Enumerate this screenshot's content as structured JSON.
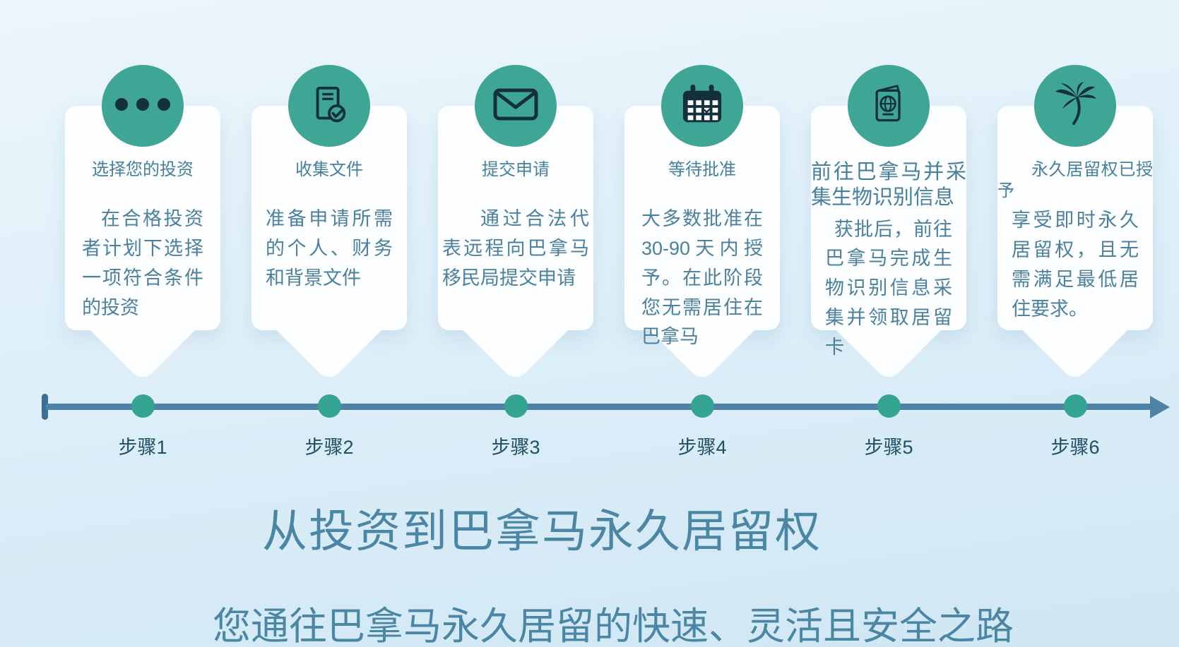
{
  "page": {
    "title": "从投资到巴拿马永久居留权",
    "subtitle": "您通往巴拿马永久居留的快速、灵活且安全之路"
  },
  "cards": [
    {
      "icon": "ellipsis-icon",
      "title": "选择您的投资",
      "description": "在合格投资者计划下选择一项符合条件的投资",
      "step_label": "步骤1"
    },
    {
      "icon": "document-check-icon",
      "title": "收集文件",
      "description": "准备申请所需的个人、财务和背景文件",
      "step_label": "步骤2"
    },
    {
      "icon": "envelope-icon",
      "title": "提交申请",
      "description": "通过合法代表远程向巴拿马移民局提交申请",
      "step_label": "步骤3"
    },
    {
      "icon": "calendar-icon",
      "title": "等待批准",
      "description": "大多数批准在30-90天内授予。在此阶段您无需居住在巴拿马",
      "step_label": "步骤4"
    },
    {
      "icon": "passport-icon",
      "title": "前往巴拿马并采集生物识别信息",
      "description": "获批后，前往巴拿马完成生物识别信息采集并领取居留卡",
      "step_label": "步骤5"
    },
    {
      "icon": "palm-tree-icon",
      "title": "永久居留权已授予",
      "description": "享受即时永久居留权，且无需满足最低居住要求。",
      "step_label": "步骤6"
    }
  ],
  "colors": {
    "accent_teal": "#3fa695",
    "icon_navy": "#14303f",
    "timeline_blue": "#4d81a6",
    "timeline_dot": "#35a491",
    "card_text_blue": "#4b819e",
    "card_title_blue": "#47809c",
    "step_label_dark": "#1f4f64",
    "heading_blue": "#4b87a5",
    "card_background": "#fcfeff"
  }
}
